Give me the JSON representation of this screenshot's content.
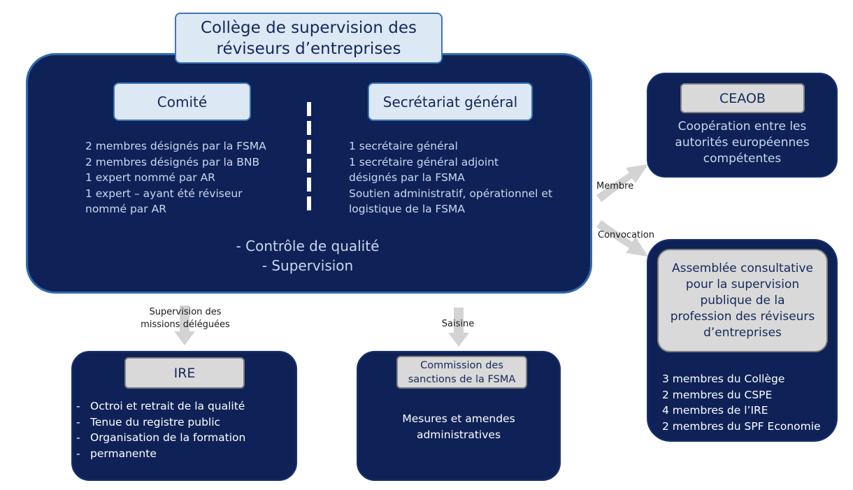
{
  "college": {
    "title_line1": "Collège de supervision des",
    "title_line2": "réviseurs d’entreprises",
    "comite": {
      "title": "Comité",
      "lines": [
        "2 membres désignés par la FSMA",
        "2 membres désignés par la BNB",
        "1 expert nommé par AR",
        "1 expert – ayant été réviseur",
        "nommé par AR"
      ]
    },
    "secretariat": {
      "title": "Secrétariat général",
      "lines": [
        "1 secrétaire général",
        "1 secrétaire général adjoint",
        "désignés par la FSMA",
        "Soutien administratif, opérationnel et",
        "logistique de la FSMA"
      ]
    },
    "tasks": [
      "- Contrôle de qualité",
      "- Supervision"
    ]
  },
  "ceaob": {
    "title": "CEAOB",
    "lines": [
      "Coopération entre les",
      "autorités européennes",
      "compétentes"
    ]
  },
  "assemblee": {
    "title_lines": [
      "Assemblée consultative",
      "pour la supervision",
      "publique de la",
      "profession des réviseurs",
      "d’entreprises"
    ],
    "lines": [
      "3 membres du Collège",
      "2 membres du CSPE",
      "4 membres de l’IRE",
      "2 membres du SPF Economie"
    ]
  },
  "ire": {
    "title": "IRE",
    "items": [
      "Octroi et retrait de la qualité",
      "Tenue du registre public",
      "Organisation de la formation",
      "permanente"
    ]
  },
  "commission": {
    "title_lines": [
      "Commission des",
      "sanctions de la FSMA"
    ],
    "lines": [
      "Mesures et amendes",
      "administratives"
    ]
  },
  "arrows": {
    "membre": "Membre",
    "convocation": "Convocation",
    "supervision_line1": "Supervision des",
    "supervision_line2": "missions déléguées",
    "saisine": "Saisine"
  },
  "colors": {
    "navy": "#0f2257",
    "border_blue": "#2e6bb0",
    "light_blue": "#dde8f5",
    "grey": "#d9d9d9",
    "arrow_grey": "#d3d3d3"
  }
}
